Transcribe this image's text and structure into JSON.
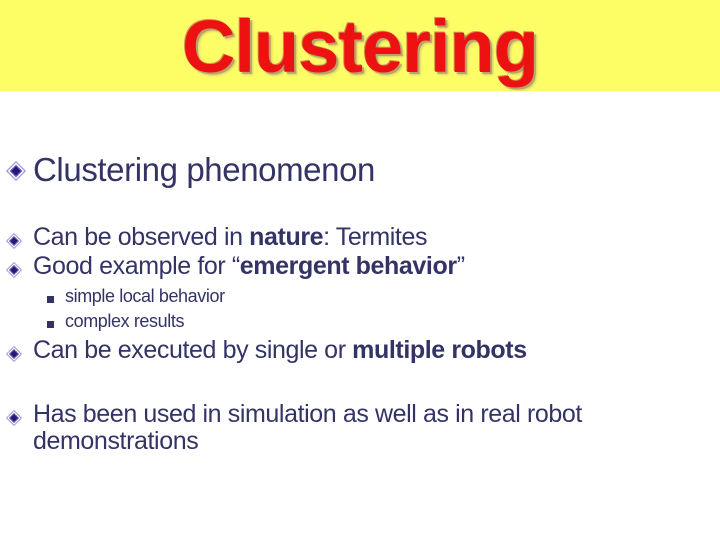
{
  "slide_title": {
    "text": "Clustering"
  },
  "content": {
    "heading": "Clustering phenomenon",
    "line_nature": {
      "pre": "Can be observed in ",
      "bold": "nature",
      "post": ": Termites"
    },
    "line_emergent": {
      "pre": "Good example for “",
      "bold": "emergent behavior",
      "post": "”"
    },
    "sub1": "simple local behavior",
    "sub2": "complex results",
    "line_robots": {
      "pre": "Can be executed by single or ",
      "bold": "multiple robots",
      "post": ""
    },
    "line_simulation": "Has been used in simulation as well as in real robot demonstrations"
  },
  "colors": {
    "banner_background": "#FDFD66",
    "title_red": "#EE1111",
    "body_text": "#333366",
    "bullet_core": "#261778",
    "bullet_glow": "#7059B8",
    "bullet_ring": "#A49CD6"
  }
}
